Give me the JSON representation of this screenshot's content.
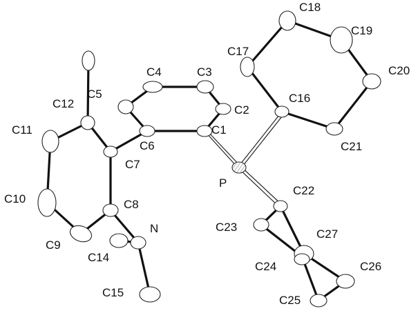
{
  "atoms": {
    "C1": "C1",
    "C2": "C2",
    "C3": "C3",
    "C4": "C4",
    "C5": "C5",
    "C6": "C6",
    "C7": "C7",
    "C8": "C8",
    "C9": "C9",
    "C10": "C10",
    "C11": "C11",
    "C12": "C12",
    "C14": "C14",
    "C15": "C15",
    "N": "N",
    "P": "P",
    "C16": "C16",
    "C17": "C17",
    "C18": "C18",
    "C19": "C19",
    "C20": "C20",
    "C21": "C21",
    "C22": "C22",
    "C23": "C23",
    "C24": "C24",
    "C25": "C25",
    "C26": "C26",
    "C27": "C27"
  }
}
